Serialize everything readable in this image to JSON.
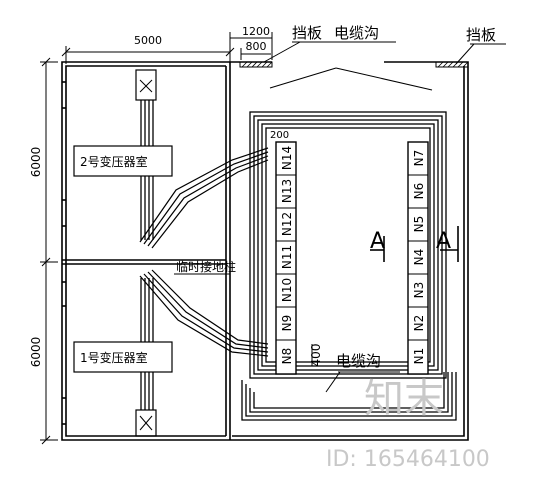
{
  "dimensions": {
    "top_width": "5000",
    "baffle_width": "1200",
    "trench_width": "800",
    "upper_height": "6000",
    "lower_height": "6000",
    "panel_gap": "200",
    "trench_gap": "400"
  },
  "labels": {
    "baffle_left": "挡板",
    "cable_trench_top": "电缆沟",
    "baffle_right": "挡板",
    "transformer_2": "2号变压器室",
    "transformer_1": "1号变压器室",
    "temp_ground": "临时接地柱",
    "cable_trench_bottom": "电缆沟",
    "section_left": "A",
    "section_right": "A"
  },
  "panels": {
    "left": [
      "N14",
      "N13",
      "N12",
      "N11",
      "N10",
      "N9",
      "N8"
    ],
    "right": [
      "N7",
      "N6",
      "N5",
      "N4",
      "N3",
      "N2",
      "N1"
    ]
  },
  "watermark": {
    "logo": "知末",
    "id": "ID: 165464100"
  }
}
